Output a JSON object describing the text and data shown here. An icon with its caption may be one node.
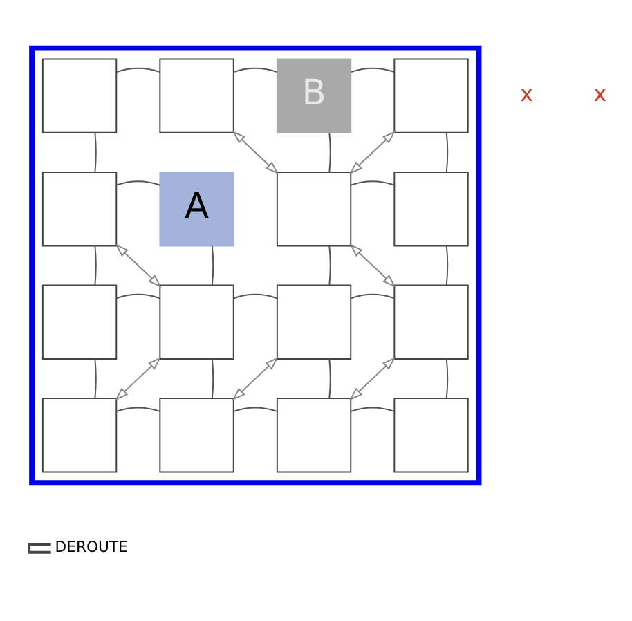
{
  "diagram": {
    "nodes": [
      {
        "text": [],
        "shape": "box"
      },
      {
        "text": [],
        "shape": "box",
        "in": 0
      },
      {
        "text": [],
        "shape": "box",
        "in": 0
      },
      {
        "text": [
          "B"
        ],
        "in": 0
      },
      {
        "text": [],
        "shape": "box",
        "in": 0
      },
      {
        "text": [],
        "shape": "box",
        "in": 0
      },
      {
        "text": [
          "A"
        ],
        "in": 0
      },
      {
        "text": [],
        "shape": "box",
        "in": 0
      },
      {
        "text": [],
        "shape": "box",
        "in": 0
      },
      {
        "text": [],
        "shape": "box",
        "in": 0
      },
      {
        "text": [],
        "shape": "box",
        "in": 0
      },
      {
        "text": [],
        "shape": "box",
        "in": 0
      },
      {
        "text": [],
        "shape": "box",
        "in": 0
      },
      {
        "text": [],
        "shape": "box",
        "in": 0
      },
      {
        "text": [],
        "shape": "box",
        "in": 0
      },
      {
        "text": [],
        "shape": "box",
        "in": 0
      },
      {
        "text": [],
        "shape": "box",
        "in": 0
      }
    ],
    "edges": [
      {
        "from": 1,
        "to": 2,
        "arrow": "none"
      },
      {
        "from": 2,
        "to": 3,
        "arrow": "none"
      },
      {
        "from": 3,
        "to": 4,
        "arrow": "none"
      },
      {
        "from": 5,
        "to": 6,
        "arrow": "none"
      },
      {
        "from": 7,
        "to": 8,
        "arrow": "none"
      },
      {
        "from": 9,
        "to": 10,
        "arrow": "none"
      },
      {
        "from": 10,
        "to": 11,
        "arrow": "none"
      },
      {
        "from": 11,
        "to": 12,
        "arrow": "none"
      },
      {
        "from": 13,
        "to": 14,
        "arrow": "none"
      },
      {
        "from": 14,
        "to": 15,
        "arrow": "none"
      },
      {
        "from": 15,
        "to": 16,
        "arrow": "none"
      },
      {
        "from": 1,
        "to": 5,
        "arrow": "none"
      },
      {
        "from": 5,
        "to": 9,
        "arrow": "none"
      },
      {
        "from": 9,
        "to": 13,
        "arrow": "none"
      },
      {
        "from": 6,
        "to": 10,
        "arrow": "none"
      },
      {
        "from": 10,
        "to": 14,
        "arrow": "none"
      },
      {
        "from": 3,
        "to": 7,
        "arrow": "none"
      },
      {
        "from": 7,
        "to": 11,
        "arrow": "none"
      },
      {
        "from": 11,
        "to": 15,
        "arrow": "none"
      },
      {
        "from": 4,
        "to": 8,
        "arrow": "none"
      },
      {
        "from": 8,
        "to": 12,
        "arrow": "none"
      },
      {
        "from": 12,
        "to": 16,
        "arrow": "none"
      },
      {
        "from": 2,
        "to": 7,
        "arrow": "both",
        "color": "#888888"
      },
      {
        "from": 4,
        "to": 7,
        "arrow": "both",
        "color": "#888888"
      },
      {
        "from": 5,
        "to": 10,
        "arrow": "both",
        "color": "#888888"
      },
      {
        "from": 7,
        "to": 12,
        "arrow": "both",
        "color": "#888888"
      },
      {
        "from": 10,
        "to": 13,
        "arrow": "both",
        "color": "#888888"
      },
      {
        "from": 11,
        "to": 14,
        "arrow": "both",
        "color": "#888888"
      },
      {
        "from": 12,
        "to": 15,
        "arrow": "both",
        "color": "#888888"
      }
    ],
    "labels": [
      "x",
      "x"
    ],
    "legend": [
      {
        "text": "DEROUTE"
      }
    ]
  }
}
